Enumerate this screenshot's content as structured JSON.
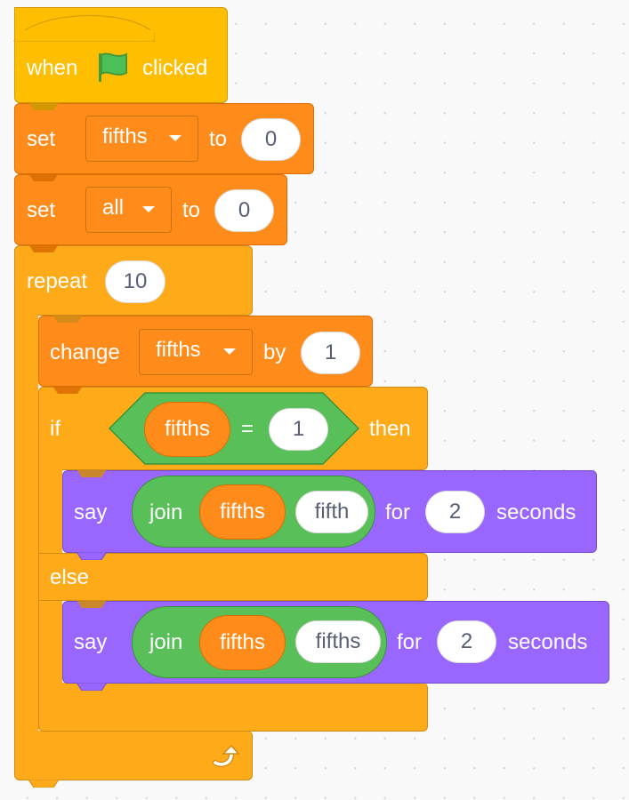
{
  "script": {
    "hat": {
      "when": "when",
      "clicked": "clicked",
      "icon": "green-flag-icon"
    },
    "set1": {
      "label": "set",
      "variable": "fifths",
      "to": "to",
      "value": "0"
    },
    "set2": {
      "label": "set",
      "variable": "all",
      "to": "to",
      "value": "0"
    },
    "repeat": {
      "label": "repeat",
      "times": "10",
      "loop_icon": "loop-arrow-icon"
    },
    "change": {
      "label": "change",
      "variable": "fifths",
      "by": "by",
      "value": "1"
    },
    "if_else": {
      "if_label": "if",
      "then_label": "then",
      "else_label": "else",
      "condition": {
        "left": "fifths",
        "operator": "=",
        "right": "1"
      }
    },
    "say1": {
      "say": "say",
      "join": "join",
      "join_a": "fifths",
      "join_b": "fifth",
      "for": "for",
      "secs": "2",
      "seconds": "seconds"
    },
    "say2": {
      "say": "say",
      "join": "join",
      "join_a": "fifths",
      "join_b": "fifths",
      "for": "for",
      "secs": "2",
      "seconds": "seconds"
    }
  },
  "colors": {
    "events": "#ffbf00",
    "variables": "#ff8c1a",
    "control": "#ffab19",
    "operators": "#59c059",
    "looks": "#9966ff"
  }
}
